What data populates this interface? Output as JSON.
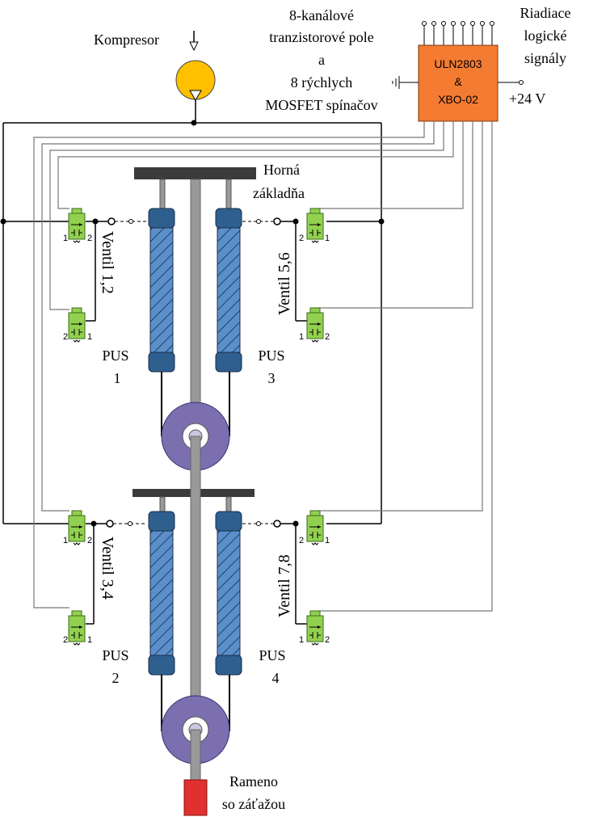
{
  "labels": {
    "compressor": "Kompresor",
    "transistor_array": [
      "8-kanálové",
      "tranzistorové pole",
      "a",
      "8 rýchlych",
      "MOSFET spínačov"
    ],
    "logic_signals": [
      "Riadiace",
      "logické",
      "signály"
    ],
    "driver_chip": [
      "ULN2803",
      "&",
      "XBO-02"
    ],
    "supply": "+24 V",
    "upper_base": [
      "Horná",
      "základňa"
    ],
    "valve_12": "Ventil 1,2",
    "valve_56": "Ventil 5,6",
    "valve_34": "Ventil 3,4",
    "valve_78": "Ventil 7,8",
    "pus1": [
      "PUS",
      "1"
    ],
    "pus2": [
      "PUS",
      "2"
    ],
    "pus3": [
      "PUS",
      "3"
    ],
    "pus4": [
      "PUS",
      "4"
    ],
    "arm": [
      "Rameno",
      "so záťažou"
    ],
    "valve_port_1": "1",
    "valve_port_2": "2"
  },
  "colors": {
    "chip": "#f47b32",
    "valve": "#92d050",
    "muscle": "#5b8fc9",
    "muscle_end": "#1f4e79",
    "pulley": "#7b6fb0",
    "plate": "#3b3b3b",
    "rod": "#999999",
    "load": "#e03030",
    "compressor": "#ffc000"
  }
}
